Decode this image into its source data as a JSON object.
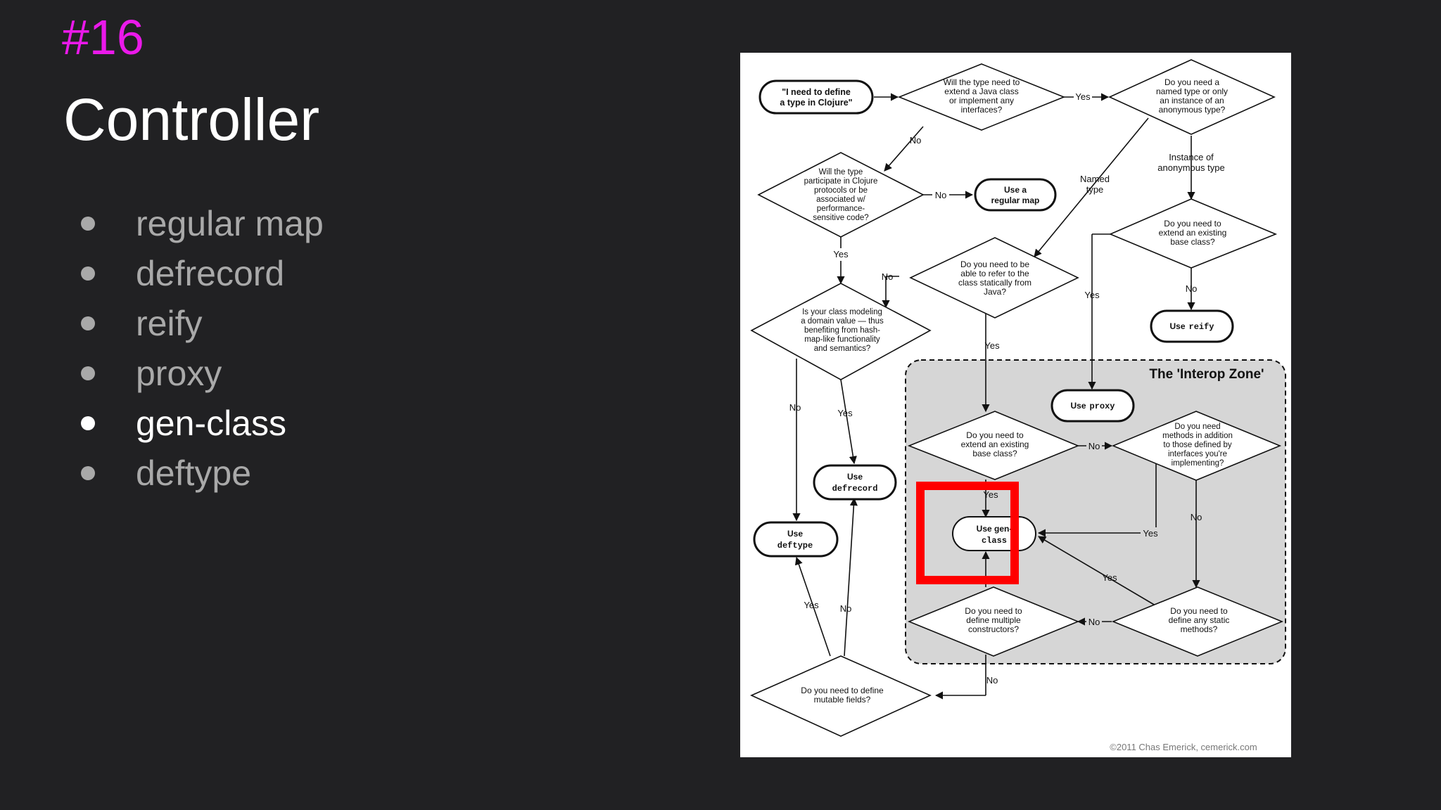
{
  "slide": {
    "number": "#16",
    "title": "Controller"
  },
  "bullets": [
    {
      "label": "regular map",
      "active": false
    },
    {
      "label": "defrecord",
      "active": false
    },
    {
      "label": "reify",
      "active": false
    },
    {
      "label": "proxy",
      "active": false
    },
    {
      "label": "gen-class",
      "active": true
    },
    {
      "label": "deftype",
      "active": false
    }
  ],
  "colors": {
    "background": "#212123",
    "accent": "#ea19ea",
    "highlight": "#ff0000",
    "interop_zone": "#d6d6d6"
  },
  "flowchart": {
    "start": [
      "\"I need to define",
      "a type in Clojure\""
    ],
    "q_java_class": [
      "Will the type need to",
      "extend a Java class",
      "or implement any",
      "interfaces?"
    ],
    "q_named_type": [
      "Do you need a",
      "named type or only",
      "an instance of an",
      "anonymous type?"
    ],
    "q_protocols": [
      "Will the type",
      "participate in Clojure",
      "protocols or be",
      "associated w/",
      "performance-",
      "sensitive code?"
    ],
    "use_regular_map": [
      "Use a",
      "regular map"
    ],
    "q_refer_statically": [
      "Do you need to be",
      "able to refer to the",
      "class statically from",
      "Java?"
    ],
    "q_extend_base_1": [
      "Do you need to",
      "extend an existing",
      "base class?"
    ],
    "use_reify": [
      "Use",
      "reify"
    ],
    "q_domain_value": [
      "Is your class modeling",
      "a domain value — thus",
      "benefiting from hash-",
      "map-like functionality",
      "and semantics?"
    ],
    "interop_zone_label": "The 'Interop Zone'",
    "use_proxy": [
      "Use",
      "proxy"
    ],
    "q_extend_base_2": [
      "Do you need to",
      "extend an existing",
      "base class?"
    ],
    "q_methods_addition": [
      "Do you need",
      "methods in addition",
      "to those defined by",
      "interfaces you're",
      "implementing?"
    ],
    "use_defrecord": [
      "Use",
      "defrecord"
    ],
    "use_gen_class": [
      "Use gen-",
      "class"
    ],
    "use_deftype": [
      "Use",
      "deftype"
    ],
    "q_multiple_constructors": [
      "Do you need to",
      "define multiple",
      "constructors?"
    ],
    "q_static_methods": [
      "Do you need to",
      "define any static",
      "methods?"
    ],
    "q_mutable_fields": [
      "Do you need to define",
      "mutable fields?"
    ],
    "label_anonymous": [
      "Instance of",
      "anonymous type"
    ],
    "label_named": [
      "Named",
      "type"
    ],
    "yes": "Yes",
    "no": "No",
    "copyright": "©2011 Chas Emerick, cemerick.com"
  }
}
